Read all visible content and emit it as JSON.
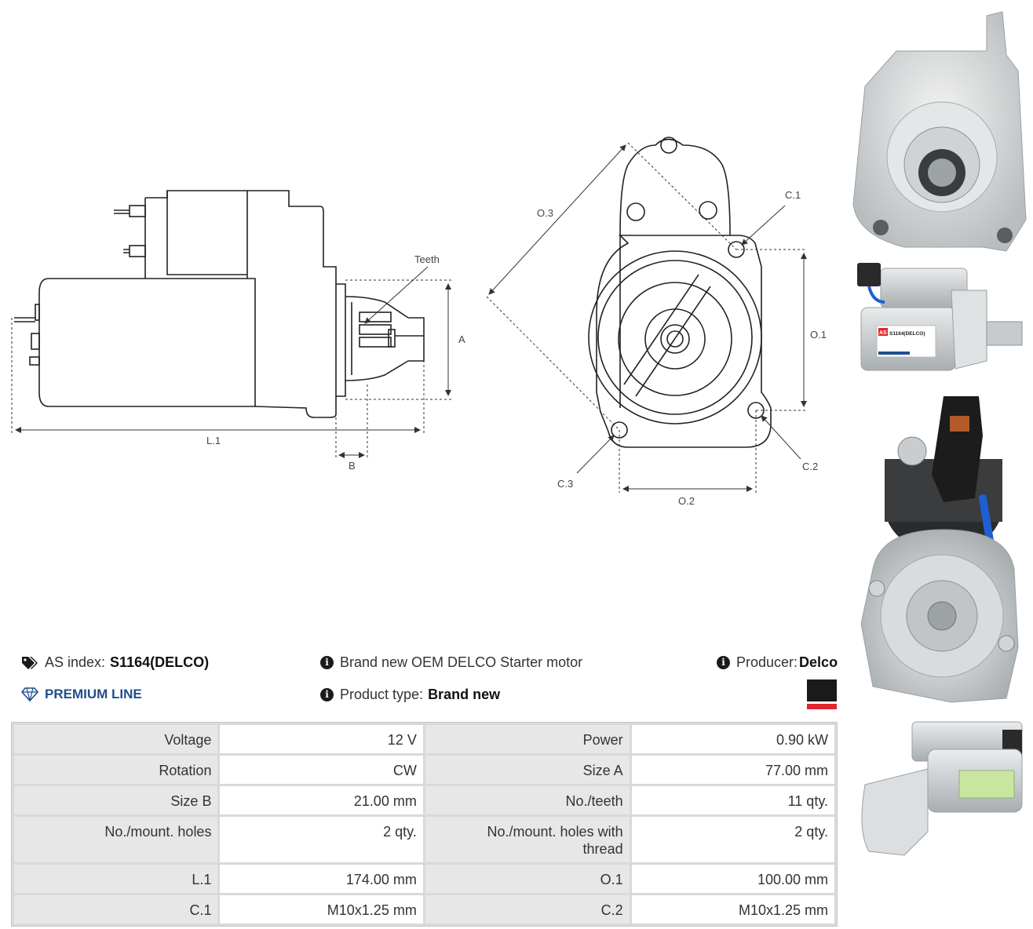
{
  "diagram": {
    "labels": {
      "teeth": "Teeth",
      "a": "A",
      "l1": "L.1",
      "b": "B",
      "o3": "O.3",
      "c1": "C.1",
      "o1": "O.1",
      "c2": "C.2",
      "c3": "C.3",
      "o2": "O.2"
    }
  },
  "photo_label": {
    "line1": "S1164(DELCO)",
    "brand_mark": "AS"
  },
  "info": {
    "as_index_label": "AS index:",
    "as_index_value": "S1164(DELCO)",
    "description": "Brand new OEM DELCO Starter motor",
    "producer_label": "Producer:",
    "producer_value": "Delco",
    "premium_line": "PREMIUM LINE",
    "product_type_label": "Product type:",
    "product_type_value": "Brand new",
    "icons": [
      "tag-icon",
      "info-icon",
      "diamond-icon",
      "flag-icon"
    ]
  },
  "colors": {
    "premium_blue": "#1f4f8c",
    "flag_black": "#1a1a1a",
    "flag_red": "#e0262f"
  },
  "specs": {
    "rows": [
      [
        {
          "k": "Voltage",
          "v": "12 V"
        },
        {
          "k": "Power",
          "v": "0.90 kW"
        }
      ],
      [
        {
          "k": "Rotation",
          "v": "CW"
        },
        {
          "k": "Size A",
          "v": "77.00 mm"
        }
      ],
      [
        {
          "k": "Size B",
          "v": "21.00 mm"
        },
        {
          "k": "No./teeth",
          "v": "11 qty."
        }
      ],
      [
        {
          "k": "No./mount. holes",
          "v": "2 qty."
        },
        {
          "k": "No./mount. holes with thread",
          "v": "2 qty."
        }
      ],
      [
        {
          "k": "L.1",
          "v": "174.00 mm"
        },
        {
          "k": "O.1",
          "v": "100.00 mm"
        }
      ],
      [
        {
          "k": "C.1",
          "v": "M10x1.25 mm"
        },
        {
          "k": "C.2",
          "v": "M10x1.25 mm"
        }
      ]
    ]
  }
}
